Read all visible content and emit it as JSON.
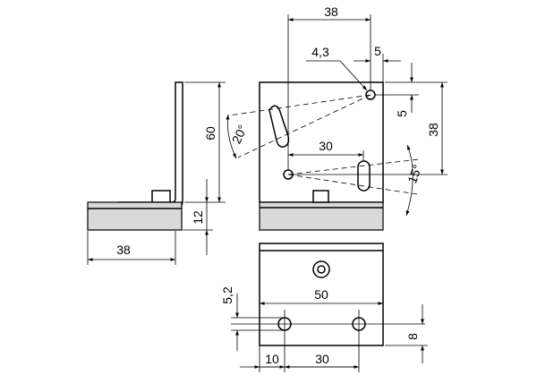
{
  "drawing": {
    "side_view": {
      "height_label": "60",
      "flange_label": "12",
      "width_label": "38"
    },
    "front_view": {
      "width_top_label": "38",
      "hole_dia_label": "4,3",
      "hole_offset_right_label": "5",
      "hole_offset_top_label": "5",
      "height_right_label": "38",
      "slot_spacing_label": "30",
      "angle_left_label": "20°",
      "angle_right_label": "15°"
    },
    "bottom_view": {
      "hole_dia_label": "5,2",
      "length_label": "50",
      "hole_pitch_label": "30",
      "edge_offset_label": "10",
      "edge_bottom_label": "8"
    }
  }
}
